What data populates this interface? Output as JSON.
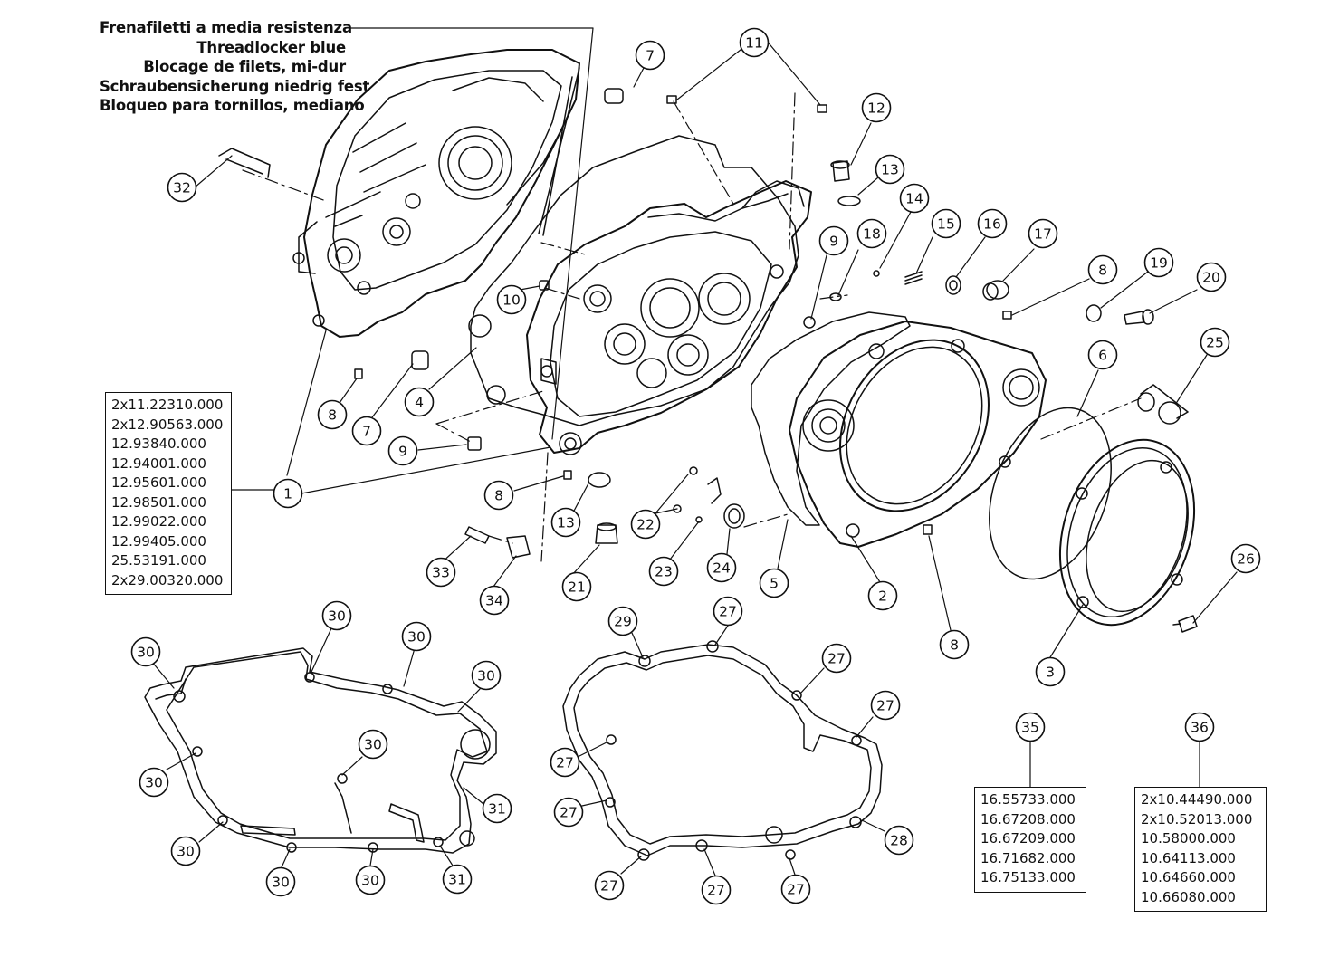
{
  "note": {
    "lines": [
      "Frenafiletti a media resistenza",
      "Threadlocker blue",
      "Blocage de filets, mi-dur",
      "Schraubensicherung niedrig fest",
      "Bloqueo para tornillos, mediano"
    ]
  },
  "callouts": [
    {
      "label": "1"
    },
    {
      "label": "2"
    },
    {
      "label": "3"
    },
    {
      "label": "4"
    },
    {
      "label": "5"
    },
    {
      "label": "6"
    },
    {
      "label": "7"
    },
    {
      "label": "7"
    },
    {
      "label": "8"
    },
    {
      "label": "8"
    },
    {
      "label": "8"
    },
    {
      "label": "8"
    },
    {
      "label": "9"
    },
    {
      "label": "9"
    },
    {
      "label": "10"
    },
    {
      "label": "11"
    },
    {
      "label": "12"
    },
    {
      "label": "13"
    },
    {
      "label": "13"
    },
    {
      "label": "14"
    },
    {
      "label": "15"
    },
    {
      "label": "16"
    },
    {
      "label": "17"
    },
    {
      "label": "18"
    },
    {
      "label": "19"
    },
    {
      "label": "20"
    },
    {
      "label": "21"
    },
    {
      "label": "22"
    },
    {
      "label": "23"
    },
    {
      "label": "24"
    },
    {
      "label": "25"
    },
    {
      "label": "26"
    },
    {
      "label": "27"
    },
    {
      "label": "27"
    },
    {
      "label": "27"
    },
    {
      "label": "27"
    },
    {
      "label": "27"
    },
    {
      "label": "27"
    },
    {
      "label": "27"
    },
    {
      "label": "27"
    },
    {
      "label": "28"
    },
    {
      "label": "29"
    },
    {
      "label": "30"
    },
    {
      "label": "30"
    },
    {
      "label": "30"
    },
    {
      "label": "30"
    },
    {
      "label": "30"
    },
    {
      "label": "30"
    },
    {
      "label": "30"
    },
    {
      "label": "30"
    },
    {
      "label": "30"
    },
    {
      "label": "31"
    },
    {
      "label": "31"
    },
    {
      "label": "32"
    },
    {
      "label": "33"
    },
    {
      "label": "34"
    },
    {
      "label": "35"
    },
    {
      "label": "36"
    }
  ],
  "part_lists": {
    "item1": [
      "2x11.22310.000",
      "2x12.90563.000",
      "12.93840.000",
      "12.94001.000",
      "12.95601.000",
      "12.98501.000",
      "12.99022.000",
      "12.99405.000",
      "25.53191.000",
      "2x29.00320.000"
    ],
    "item35": [
      "16.55733.000",
      "16.67208.000",
      "16.67209.000",
      "16.71682.000",
      "16.75133.000"
    ],
    "item36": [
      "2x10.44490.000",
      "2x10.52013.000",
      "10.58000.000",
      "10.64113.000",
      "10.64660.000",
      "10.66080.000"
    ]
  }
}
